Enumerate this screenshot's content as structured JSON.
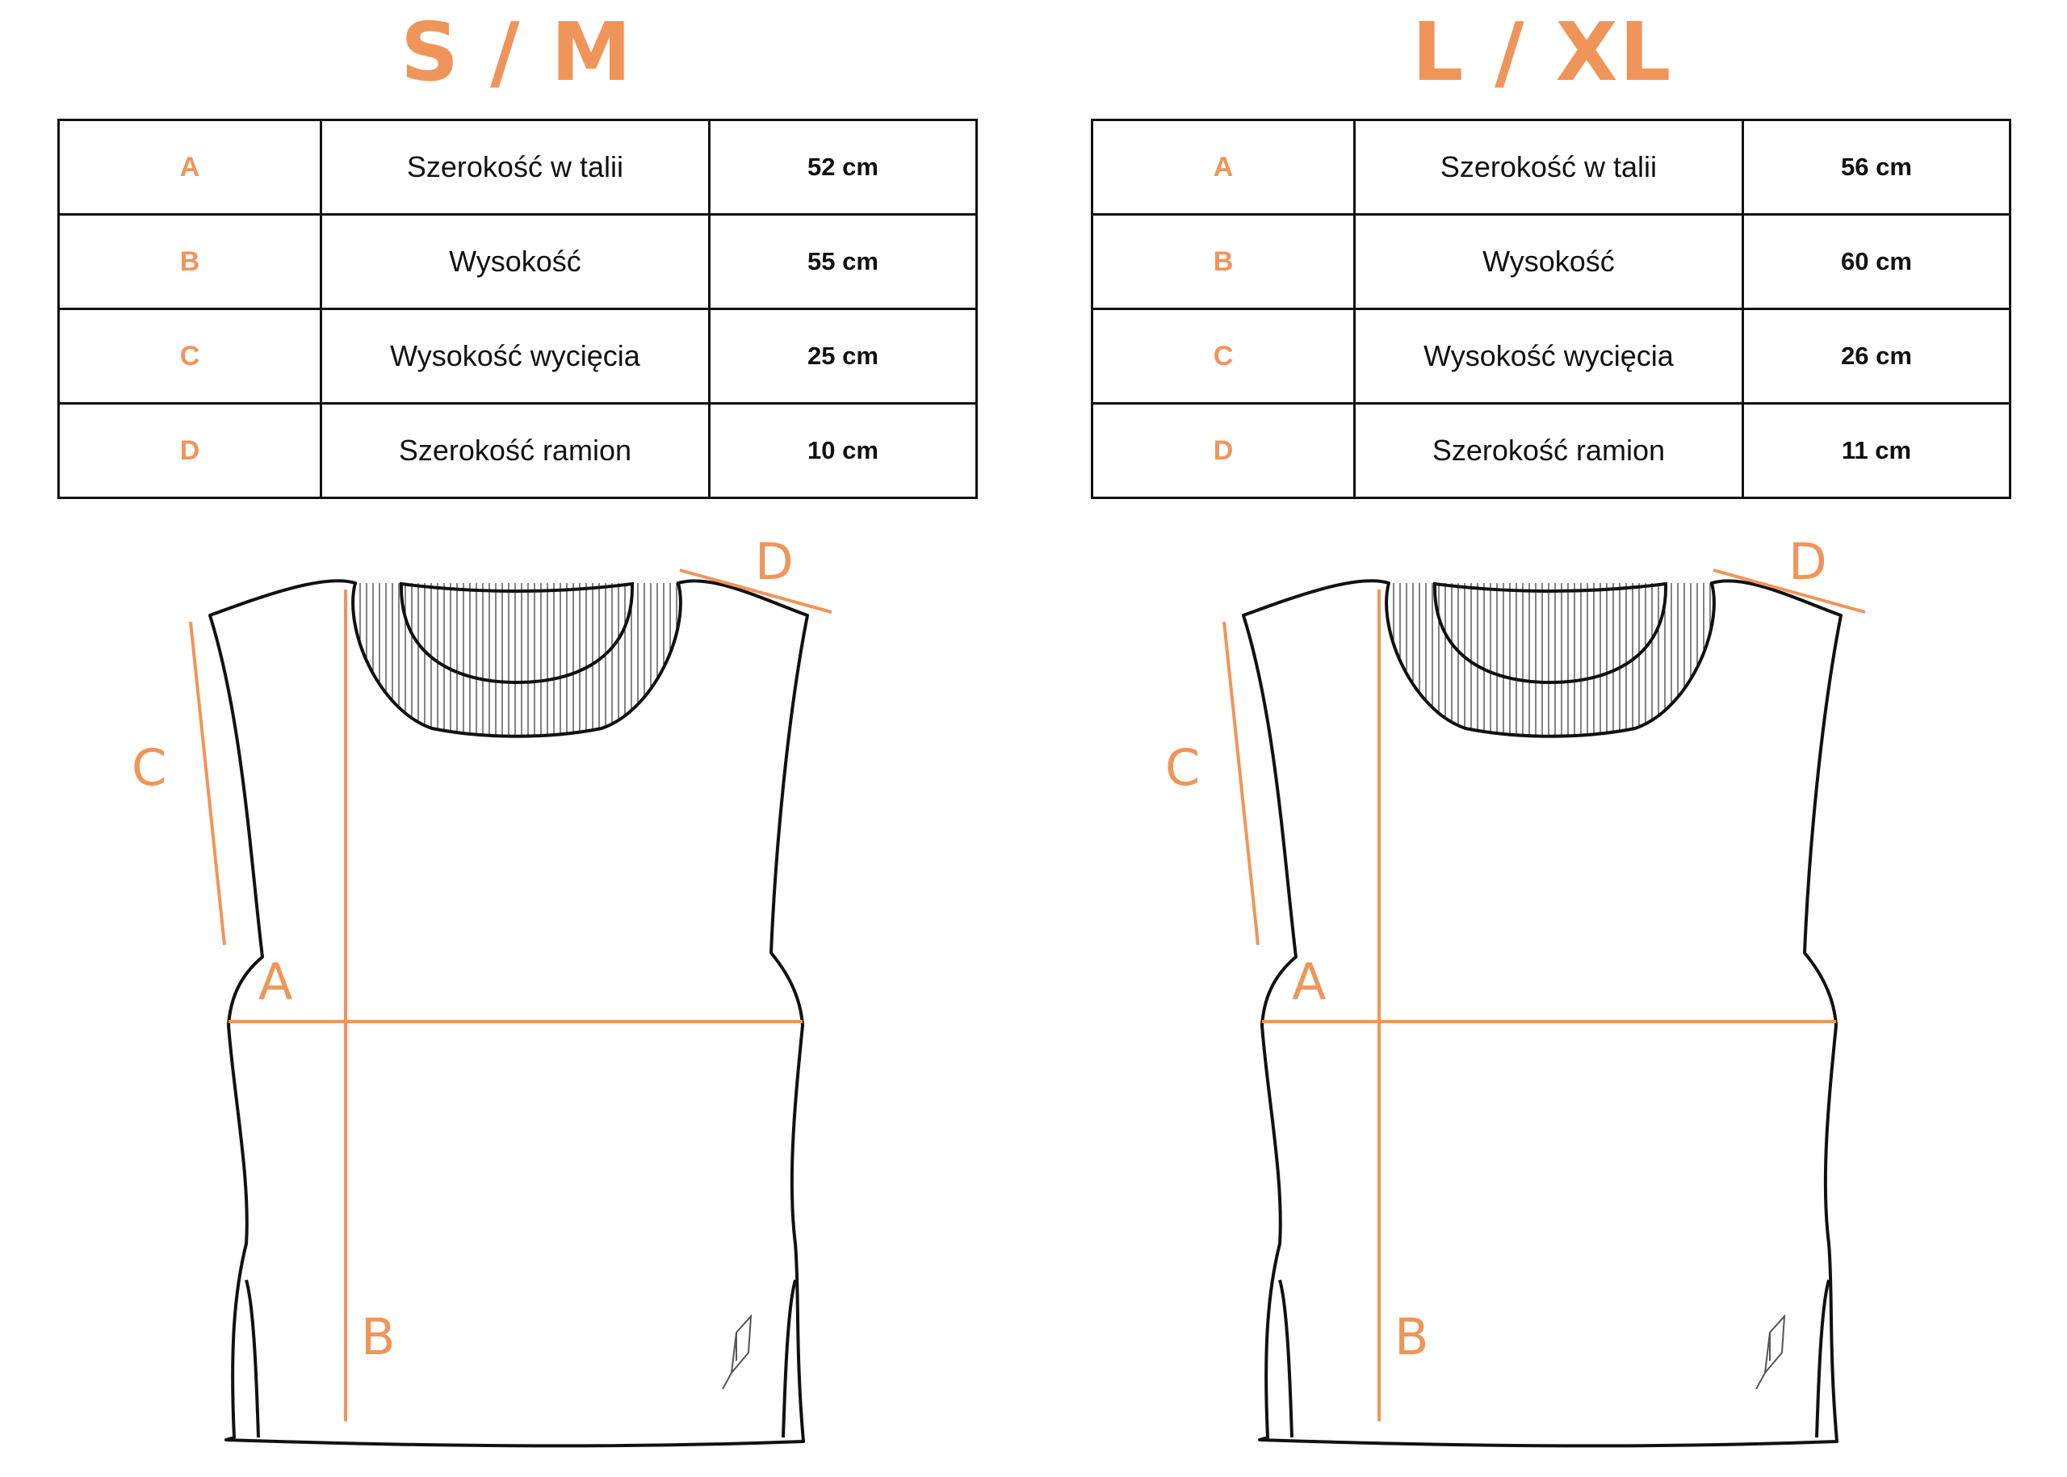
{
  "colors": {
    "accent": "#F0955A",
    "ink": "#111111"
  },
  "panels": [
    {
      "title": "S / M",
      "rows": [
        {
          "key": "A",
          "label": "Szerokość w talii",
          "value": "52 cm"
        },
        {
          "key": "B",
          "label": "Wysokość",
          "value": "55 cm"
        },
        {
          "key": "C",
          "label": "Wysokość wycięcia",
          "value": "25 cm"
        },
        {
          "key": "D",
          "label": "Szerokość ramion",
          "value": "10 cm"
        }
      ],
      "diagram": {
        "a": "A",
        "b": "B",
        "c": "C",
        "d": "D"
      }
    },
    {
      "title": "L / XL",
      "rows": [
        {
          "key": "A",
          "label": "Szerokość w talii",
          "value": "56 cm"
        },
        {
          "key": "B",
          "label": "Wysokość",
          "value": "60 cm"
        },
        {
          "key": "C",
          "label": "Wysokość wycięcia",
          "value": "26 cm"
        },
        {
          "key": "D",
          "label": "Szerokość ramion",
          "value": "11 cm"
        }
      ],
      "diagram": {
        "a": "A",
        "b": "B",
        "c": "C",
        "d": "D"
      }
    }
  ]
}
